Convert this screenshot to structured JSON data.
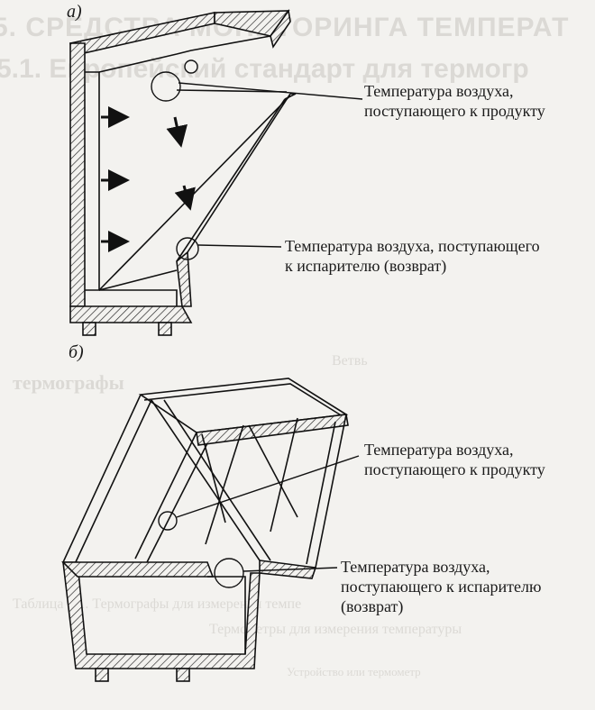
{
  "panels": [
    {
      "letter": "а)",
      "callouts": [
        {
          "text_line1": "Температура воздуха,",
          "text_line2": "поступающего к продукту"
        },
        {
          "text_line1": "Температура воздуха, поступающего",
          "text_line2": "к испарителю (возврат)"
        }
      ]
    },
    {
      "letter": "б)",
      "callouts": [
        {
          "text_line1": "Температура воздуха,",
          "text_line2": "поступающего к продукту"
        },
        {
          "text_line1": "Температура воздуха,",
          "text_line2": "поступающего к испарителю",
          "text_line3": "(возврат)"
        }
      ]
    }
  ],
  "bleed_through": {
    "heading1": "5. СРЕДСТВА МОНИТОРИНГА ТЕМПЕРАТ",
    "heading2": "5.1.  Европейский стандарт для термогр",
    "lines": [
      "Ветвь",
      "термографы",
      "Таблица 5.1. Термографы для измерения темпе",
      "Термометры для измерения температуры",
      "Устройство или термометр"
    ]
  }
}
